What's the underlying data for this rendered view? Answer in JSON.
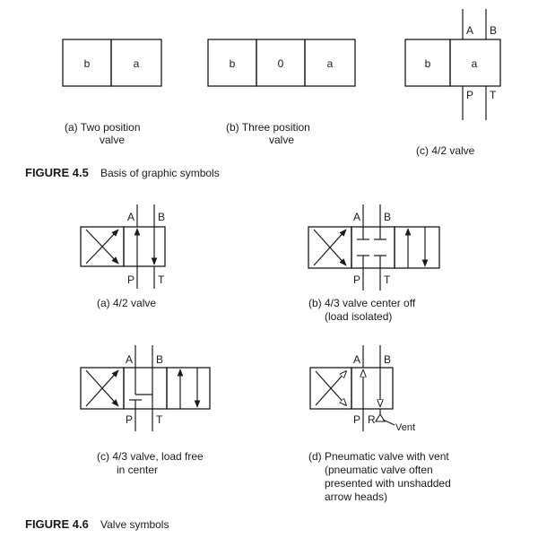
{
  "figure_4_5": {
    "number": "FIGURE 4.5",
    "title": "Basis of graphic symbols",
    "two_position": {
      "cells": [
        "b",
        "a"
      ],
      "caption_1": "(a) Two position",
      "caption_2": "valve"
    },
    "three_position": {
      "cells": [
        "b",
        "0",
        "a"
      ],
      "caption_1": "(b) Three position",
      "caption_2": "valve"
    },
    "four_two": {
      "cells": [
        "b",
        "a"
      ],
      "ports": {
        "a": "A",
        "b": "B",
        "p": "P",
        "t": "T"
      },
      "caption": "(c) 4/2 valve"
    }
  },
  "figure_4_6": {
    "number": "FIGURE 4.6",
    "title": "Valve symbols",
    "a": {
      "ports": {
        "a": "A",
        "b": "B",
        "p": "P",
        "t": "T"
      },
      "caption": "(a) 4/2 valve"
    },
    "b": {
      "ports": {
        "a": "A",
        "b": "B",
        "p": "P",
        "t": "T"
      },
      "caption_1": "(b) 4/3 valve center off",
      "caption_2": "(load isolated)"
    },
    "c": {
      "ports": {
        "a": "A",
        "b": "B",
        "p": "P",
        "t": "T"
      },
      "caption_1": "(c) 4/3 valve, load free",
      "caption_2": "in center"
    },
    "d": {
      "ports": {
        "a": "A",
        "b": "B",
        "p": "P",
        "r": "R",
        "vent": "Vent"
      },
      "caption_1": "(d) Pneumatic valve with vent",
      "caption_2": "(pneumatic valve often",
      "caption_3": "presented with unshadded",
      "caption_4": "arrow heads)"
    }
  }
}
